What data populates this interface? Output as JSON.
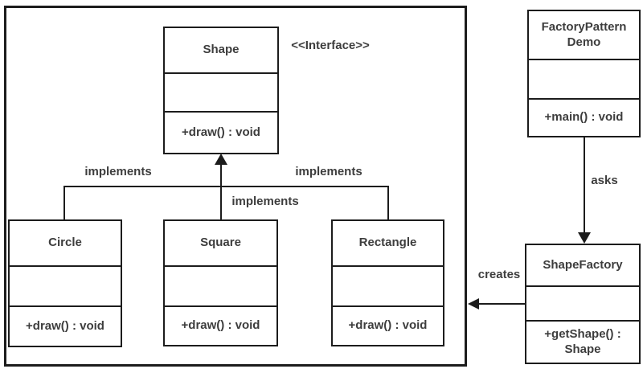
{
  "classes": {
    "shape": {
      "title": "Shape",
      "attributes": "",
      "methods": "+draw() : void"
    },
    "circle": {
      "title": "Circle",
      "attributes": "",
      "methods": "+draw() : void"
    },
    "square": {
      "title": "Square",
      "attributes": "",
      "methods": "+draw() : void"
    },
    "rectangle": {
      "title": "Rectangle",
      "attributes": "",
      "methods": "+draw() : void"
    },
    "demo": {
      "title": "FactoryPattern\nDemo",
      "attributes": "",
      "methods": "+main() : void"
    },
    "factory": {
      "title": "ShapeFactory",
      "attributes": "",
      "methods": "+getShape() :\nShape"
    }
  },
  "annotations": {
    "interface_stereotype": "<<Interface>>",
    "implements_left": "implements",
    "implements_center": "implements",
    "implements_right": "implements",
    "asks": "asks",
    "creates": "creates"
  },
  "colors": {
    "line": "#1c1c1c",
    "text": "#3d3d3d",
    "background": "#ffffff"
  }
}
